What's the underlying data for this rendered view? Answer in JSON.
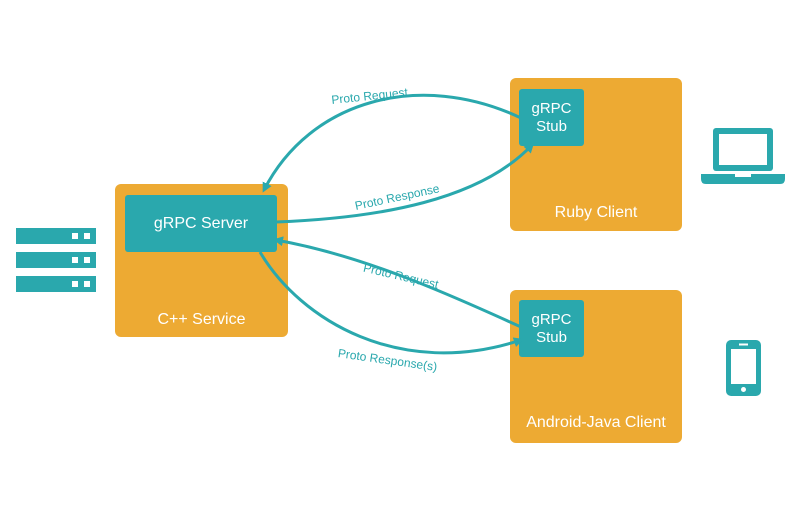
{
  "colors": {
    "service_box": "#EDAA33",
    "grpc_box": "#2AA8AD",
    "teal": "#2AA8AD",
    "background": "#FFFFFF"
  },
  "server": {
    "service_label": "C++ Service",
    "grpc_label": "gRPC Server",
    "icon": "server-rack-icon"
  },
  "ruby": {
    "client_label": "Ruby Client",
    "stub_label": "gRPC Stub",
    "icon": "laptop-icon"
  },
  "android": {
    "client_label": "Android-Java Client",
    "stub_label": "gRPC Stub",
    "icon": "phone-icon"
  },
  "edges": {
    "ruby_request": "Proto Request",
    "ruby_response": "Proto Response",
    "android_request": "Proto Request",
    "android_response": "Proto Response(s)"
  }
}
